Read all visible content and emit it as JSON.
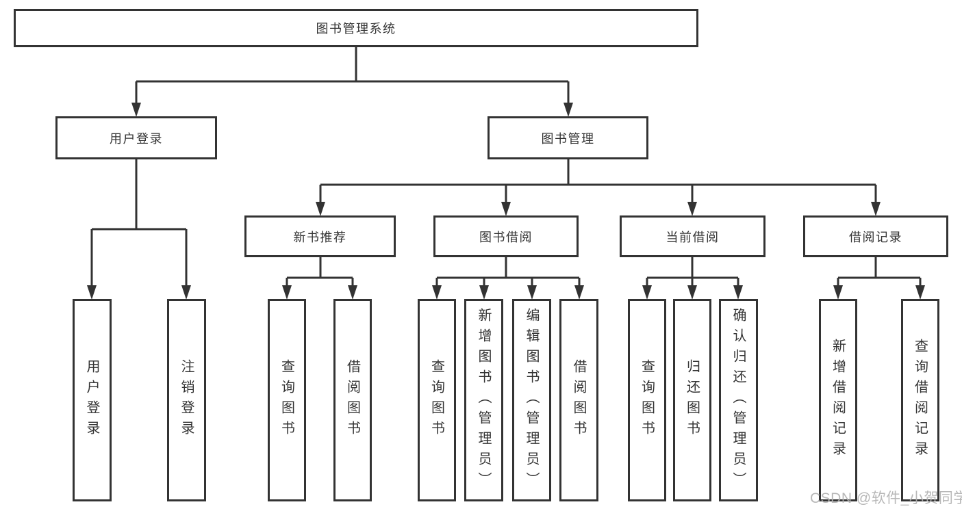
{
  "diagram": {
    "root": "图书管理系统",
    "level2": {
      "user_login": "用户登录",
      "book_mgmt": "图书管理"
    },
    "level3": {
      "new_books": "新书推荐",
      "borrowing": "图书借阅",
      "current": "当前借阅",
      "records": "借阅记录"
    },
    "leaves": {
      "user_login": [
        "用户登录",
        "注销登录"
      ],
      "new_books": [
        "查询图书",
        "借阅图书"
      ],
      "borrowing": [
        "查询图书",
        "新增图书（管理员）",
        "编辑图书（管理员）",
        "借阅图书"
      ],
      "current": [
        "查询图书",
        "归还图书",
        "确认归还（管理员）"
      ],
      "records": [
        "新增借阅记录",
        "查询借阅记录"
      ]
    }
  },
  "watermark": "CSDN @软件_小贺同学",
  "colors": {
    "line": "#333333",
    "text": "#333333",
    "watermark": "#b2b2b2",
    "background": "#ffffff"
  }
}
